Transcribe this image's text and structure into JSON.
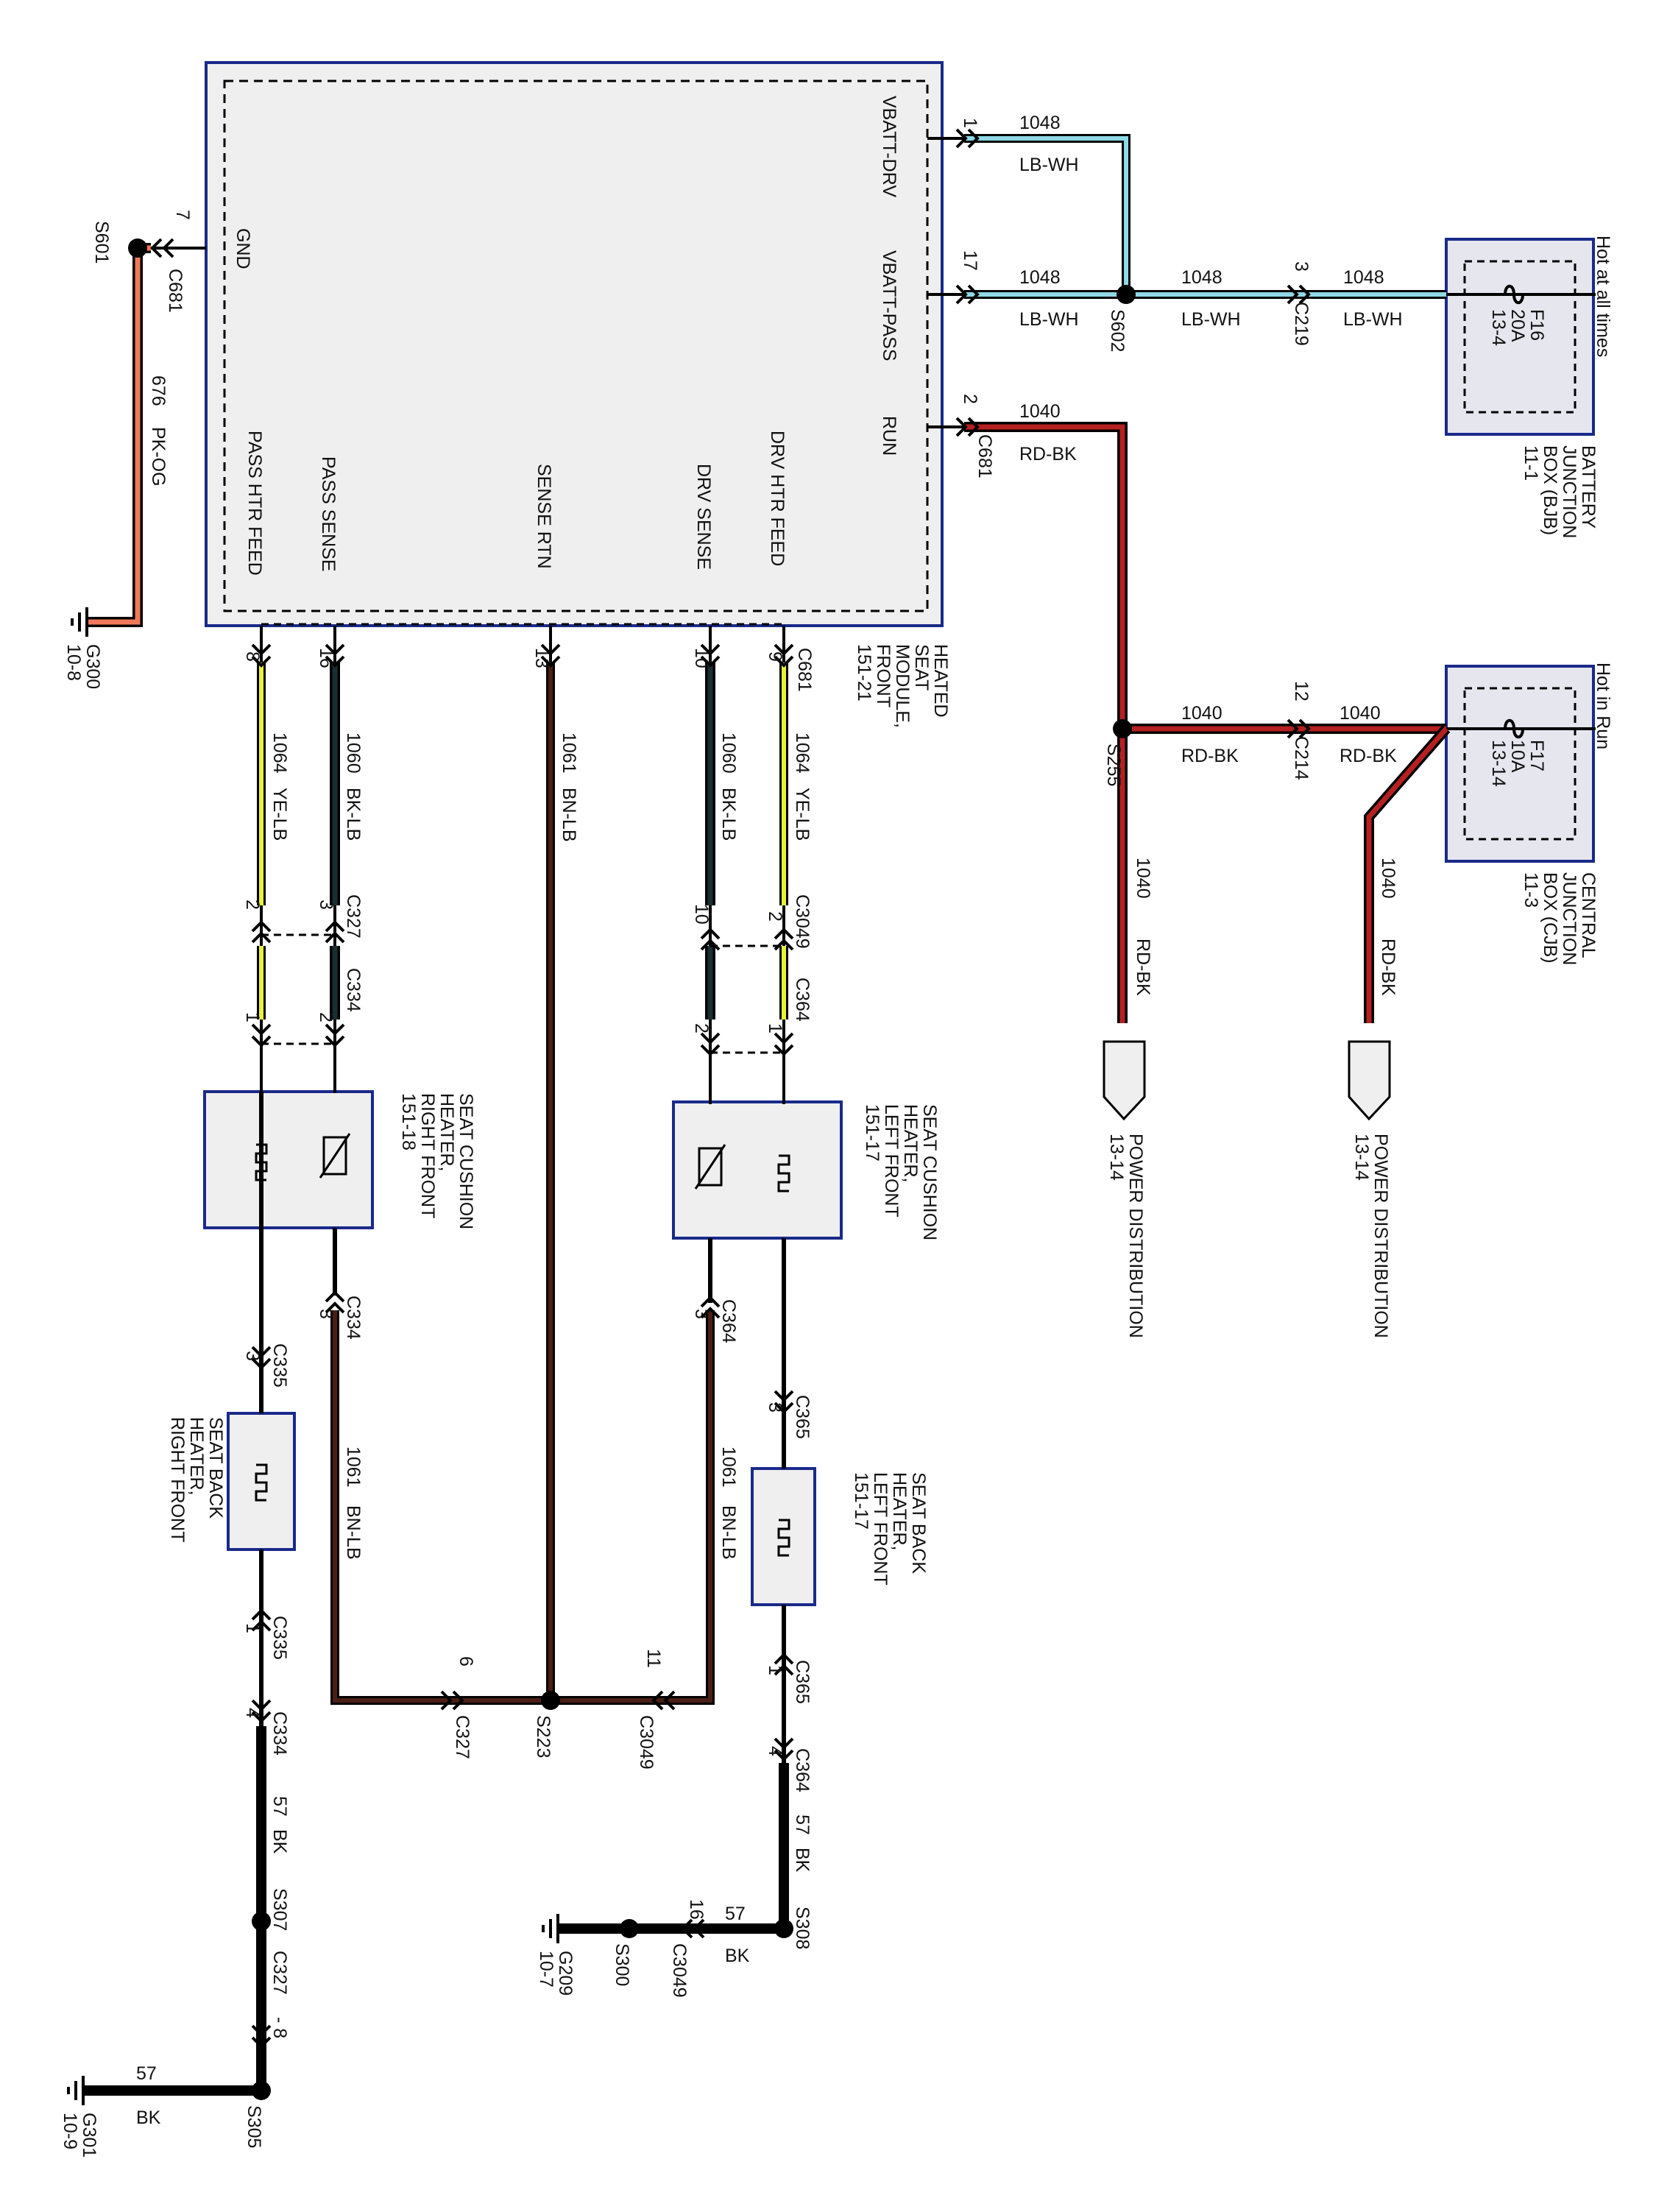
{
  "colors": {
    "LB-WH": "#8fd8e6",
    "RD-BK": "#b52020",
    "YE-LB": "#e6f23c",
    "BK-LB": "#1a2f33",
    "BN-LB": "#4a1f14",
    "BK": "#000000",
    "PK-OG": "#ef7a5a",
    "box_fill": "#efefef",
    "box_border": "#1a2a8a"
  },
  "module": {
    "name_lines": [
      "HEATED",
      "SEAT",
      "MODULE,",
      "FRONT",
      "151-21"
    ],
    "pins": {
      "vbatt_drv": "VBATT-DRV",
      "vbatt_pass": "VBATT-PASS",
      "run": "RUN",
      "gnd": "GND",
      "pass_htr_feed": "PASS HTR FEED",
      "pass_sense": "PASS SENSE",
      "sense_rtn": "SENSE RTN",
      "drv_sense": "DRV SENSE",
      "drv_htr_feed": "DRV HTR FEED"
    },
    "connector": "C681"
  },
  "bjb": {
    "header": "Hot at all times",
    "fuse_lines": [
      "F16",
      "20A",
      "13-4"
    ],
    "name_lines": [
      "BATTERY",
      "JUNCTION",
      "BOX (BJB)",
      "11-1"
    ]
  },
  "cjb": {
    "header": "Hot in Run",
    "fuse_lines": [
      "F17",
      "10A",
      "13-14"
    ],
    "name_lines": [
      "CENTRAL",
      "JUNCTION",
      "BOX (CJB)",
      "11-3"
    ]
  },
  "power_dist": {
    "label_lines": [
      "POWER DISTRIBUTION",
      "13-14"
    ]
  },
  "components": {
    "cushion_rf": [
      "SEAT CUSHION",
      "HEATER,",
      "RIGHT FRONT",
      "151-18"
    ],
    "cushion_lf": [
      "SEAT CUSHION",
      "HEATER,",
      "LEFT FRONT",
      "151-17"
    ],
    "back_rf": [
      "SEAT BACK",
      "HEATER,",
      "RIGHT FRONT"
    ],
    "back_lf": [
      "SEAT BACK",
      "HEATER,",
      "LEFT FRONT",
      "151-17"
    ]
  },
  "grounds": {
    "g300": [
      "G300",
      "10-8"
    ],
    "g209": [
      "G209",
      "10-7"
    ],
    "g301": [
      "G301",
      "10-9"
    ]
  },
  "labels": {
    "p1": "1",
    "p17": "17",
    "p2": "2",
    "p7": "7",
    "p3": "3",
    "p12": "12",
    "p8": "8",
    "p16": "16",
    "p13": "13",
    "p10": "10",
    "p9": "9",
    "p2b": "2",
    "p3b": "3",
    "p1b": "1",
    "p2c": "2",
    "p10b": "10",
    "p2d": "2",
    "p2e": "2",
    "p1c": "1",
    "p3c": "3",
    "p3d": "3",
    "p3e": "3",
    "p3f": "3",
    "p1d": "1",
    "p1e": "1",
    "p4a": "4",
    "p4b": "4",
    "p6": "6",
    "p11": "11",
    "p16b": "16",
    "p8b": "- 8",
    "c681a": "C681",
    "c681b": "C681",
    "c681c": "C681",
    "c219": "C219",
    "c214": "C214",
    "c327a": "C327",
    "c334a": "C334",
    "c3049a": "C3049",
    "c364a": "C364",
    "c334b": "C334",
    "c335a": "C335",
    "c364b": "C364",
    "c365a": "C365",
    "c335b": "C335",
    "c365b": "C365",
    "c334c": "C334",
    "c364c": "C364",
    "c327b": "C327",
    "c3049b": "C3049",
    "c3049c": "C3049",
    "c327c": "C327",
    "s601": "S601",
    "s602": "S602",
    "s255": "S255",
    "s223": "S223",
    "s307": "S307",
    "s308": "S308",
    "s300": "S300",
    "s305": "S305",
    "w1048a": "1048",
    "w1048b": "1048",
    "w1048c": "1048",
    "w1048d": "1048",
    "lbwh_a": "LB-WH",
    "lbwh_b": "LB-WH",
    "lbwh_c": "LB-WH",
    "lbwh_d": "LB-WH",
    "w1040a": "1040",
    "w1040b": "1040",
    "w1040c": "1040",
    "w1040d": "1040",
    "w1040e": "1040",
    "rdbk_a": "RD-BK",
    "rdbk_b": "RD-BK",
    "rdbk_c": "RD-BK",
    "rdbk_d": "RD-BK",
    "rdbk_e": "RD-BK",
    "w676": "676",
    "pkog": "PK-OG",
    "w1064a": "1064",
    "yelb_a": "YE-LB",
    "w1064b": "1064",
    "yelb_b": "YE-LB",
    "w1060a": "1060",
    "bklb_a": "BK-LB",
    "w1060b": "1060",
    "bklb_b": "BK-LB",
    "w1061a": "1061",
    "bnlb_a": "BN-LB",
    "w1061b": "1061",
    "bnlb_b": "BN-LB",
    "w1061c": "1061",
    "bnlb_c": "BN-LB",
    "w57a": "57",
    "bk_a": "BK",
    "w57b": "57",
    "bk_b": "BK",
    "w57c": "57",
    "bk_c": "BK",
    "w57d": "57",
    "bk_d": "BK"
  }
}
